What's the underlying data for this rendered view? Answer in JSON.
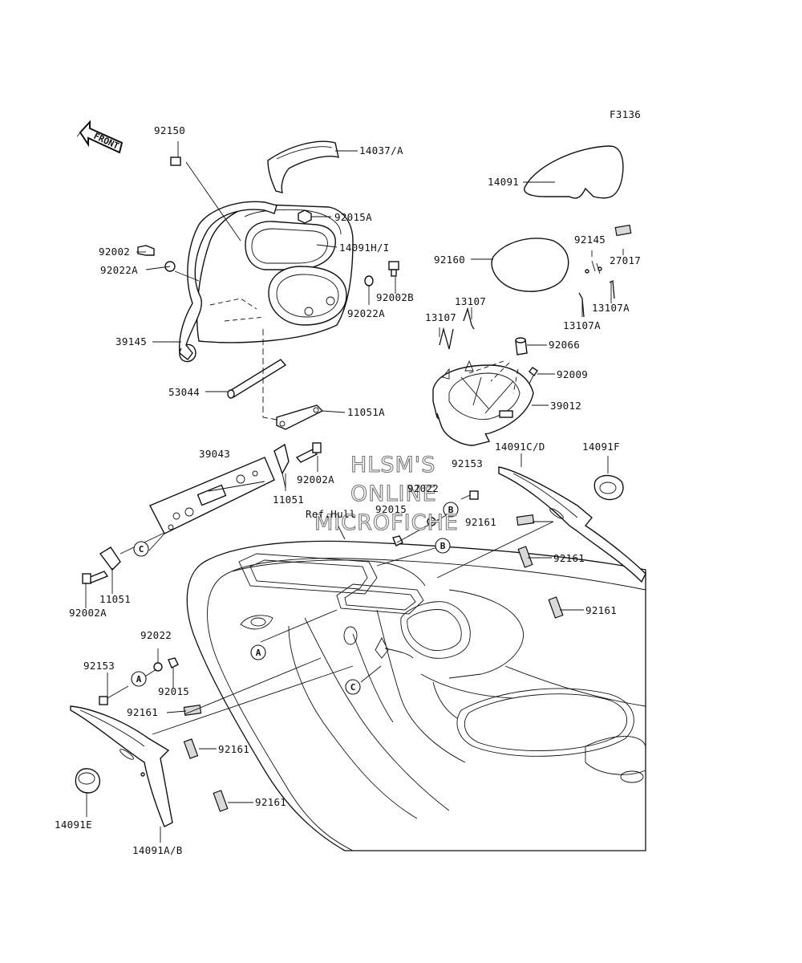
{
  "figure_code": "F3136",
  "direction_label": "FRONT",
  "reference_label": "Ref.Hull",
  "watermark": [
    "HLSM'S",
    "ONLINE",
    "MICROFICHE"
  ],
  "callouts": [
    "A",
    "B",
    "C"
  ],
  "part_labels": [
    {
      "id": "p01",
      "text": "92150"
    },
    {
      "id": "p02",
      "text": "14037/A"
    },
    {
      "id": "p03",
      "text": "92015A"
    },
    {
      "id": "p04",
      "text": "14091H/I"
    },
    {
      "id": "p05",
      "text": "92002"
    },
    {
      "id": "p06",
      "text": "92022A"
    },
    {
      "id": "p07",
      "text": "92002B"
    },
    {
      "id": "p08",
      "text": "92022A"
    },
    {
      "id": "p09",
      "text": "39145"
    },
    {
      "id": "p10",
      "text": "53044"
    },
    {
      "id": "p11",
      "text": "11051A"
    },
    {
      "id": "p12",
      "text": "14091"
    },
    {
      "id": "p13",
      "text": "92145"
    },
    {
      "id": "p14",
      "text": "27017"
    },
    {
      "id": "p15",
      "text": "92160"
    },
    {
      "id": "p16",
      "text": "13107"
    },
    {
      "id": "p17",
      "text": "13107"
    },
    {
      "id": "p18",
      "text": "13107A"
    },
    {
      "id": "p19",
      "text": "13107A"
    },
    {
      "id": "p20",
      "text": "92066"
    },
    {
      "id": "p21",
      "text": "92009"
    },
    {
      "id": "p22",
      "text": "39012"
    },
    {
      "id": "p23",
      "text": "39043"
    },
    {
      "id": "p24",
      "text": "92002A"
    },
    {
      "id": "p25",
      "text": "11051"
    },
    {
      "id": "p26",
      "text": "14091C/D"
    },
    {
      "id": "p27",
      "text": "14091F"
    },
    {
      "id": "p28",
      "text": "92153"
    },
    {
      "id": "p29",
      "text": "92022"
    },
    {
      "id": "p30",
      "text": "92015"
    },
    {
      "id": "p31",
      "text": "92161"
    },
    {
      "id": "p32",
      "text": "92161"
    },
    {
      "id": "p33",
      "text": "92161"
    },
    {
      "id": "p34",
      "text": "11051"
    },
    {
      "id": "p35",
      "text": "92002A"
    },
    {
      "id": "p36",
      "text": "92022"
    },
    {
      "id": "p37",
      "text": "92153"
    },
    {
      "id": "p38",
      "text": "92015"
    },
    {
      "id": "p39",
      "text": "92161"
    },
    {
      "id": "p40",
      "text": "92161"
    },
    {
      "id": "p41",
      "text": "92161"
    },
    {
      "id": "p42",
      "text": "14091E"
    },
    {
      "id": "p43",
      "text": "14091A/B"
    }
  ]
}
